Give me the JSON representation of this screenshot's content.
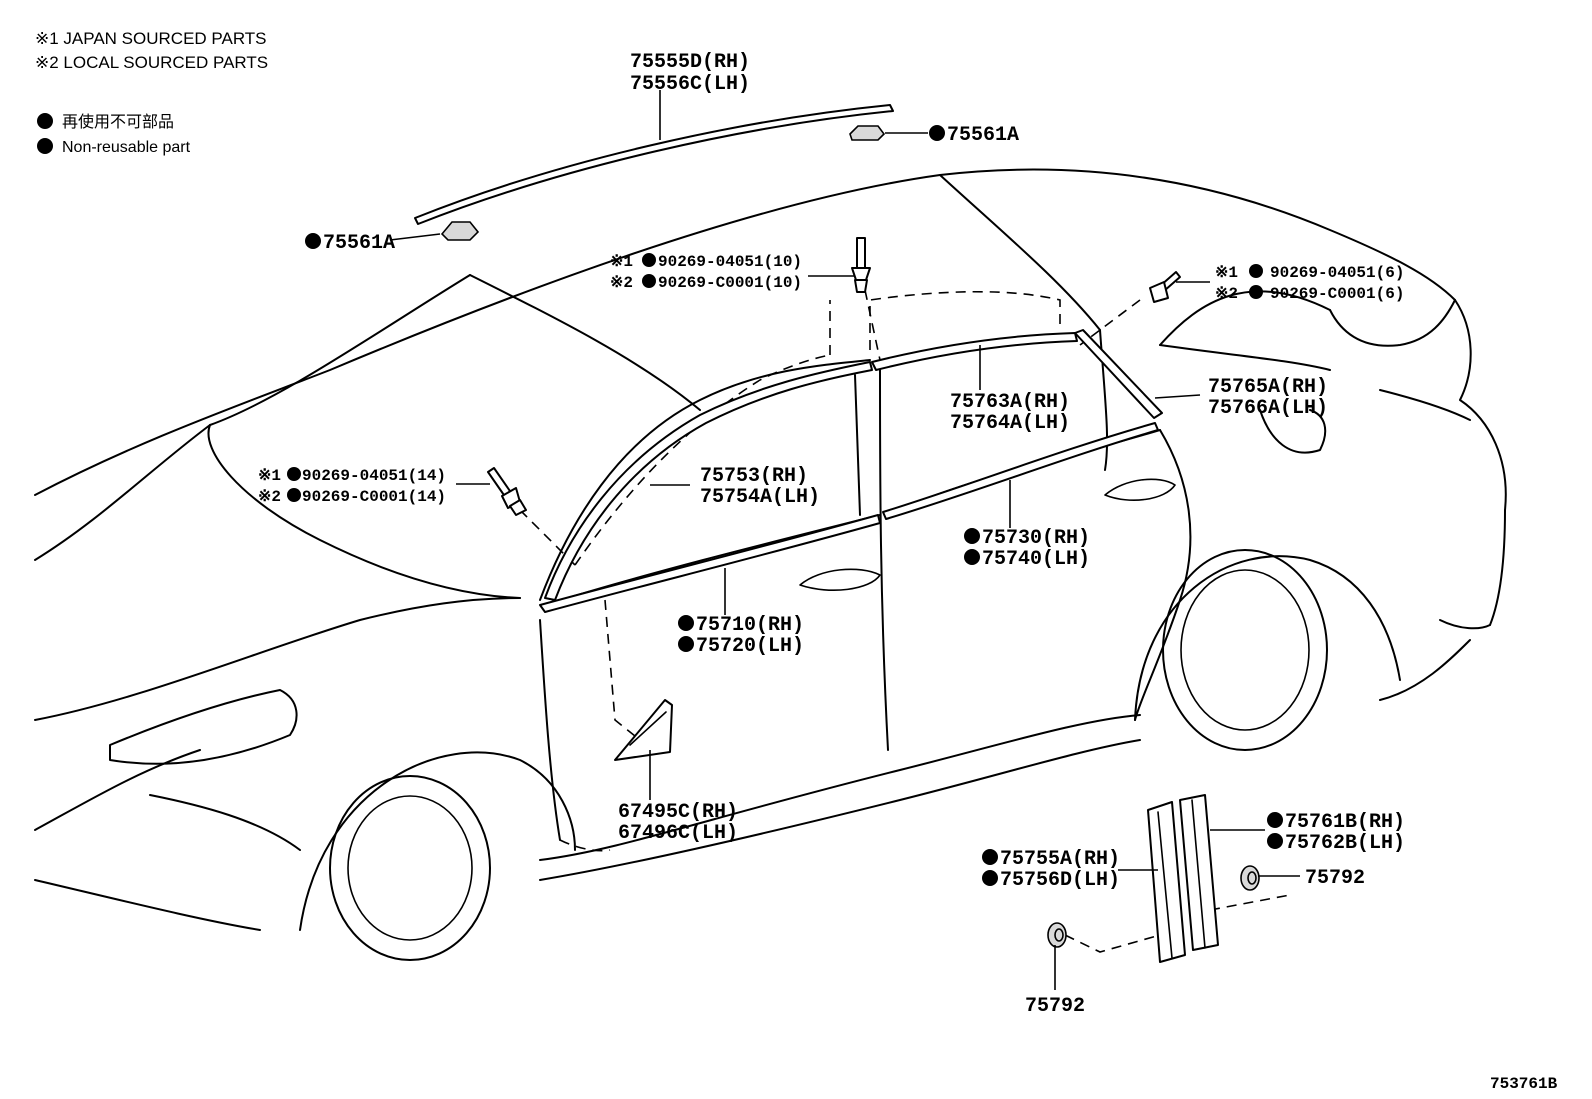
{
  "legend": {
    "note1": "※1 JAPAN SOURCED PARTS",
    "note2": "※2 LOCAL SOURCED PARTS",
    "nonreusable_jp": "再使用不可部品",
    "nonreusable_en": "Non-reusable part"
  },
  "callouts": {
    "roof_molding_rh": "75555D(RH)",
    "roof_molding_lh": "75556C(LH)",
    "roof_clip_a": "75561A",
    "roof_clip_b": "75561A",
    "clip_top_mark1": "※1",
    "clip_top_1": "90269-04051(10)",
    "clip_top_mark2": "※2",
    "clip_top_2": "90269-C0001(10)",
    "clip_rear_mark1": "※1",
    "clip_rear_1": "90269-04051(6)",
    "clip_rear_mark2": "※2",
    "clip_rear_2": "90269-C0001(6)",
    "clip_front_mark1": "※1",
    "clip_front_1": "90269-04051(14)",
    "clip_front_mark2": "※2",
    "clip_front_2": "90269-C0001(14)",
    "rear_upper_rh": "75763A(RH)",
    "rear_upper_lh": "75764A(LH)",
    "rear_corner_rh": "75765A(RH)",
    "rear_corner_lh": "75766A(LH)",
    "front_upper_rh": "75753(RH)",
    "front_upper_lh": "75754A(LH)",
    "rear_belt_rh": "75730(RH)",
    "rear_belt_lh": "75740(LH)",
    "front_belt_rh": "75710(RH)",
    "front_belt_lh": "75720(LH)",
    "mirror_cover_rh": "67495C(RH)",
    "mirror_cover_lh": "67496C(LH)",
    "pillar_rear_rh": "75761B(RH)",
    "pillar_rear_lh": "75762B(LH)",
    "pillar_front_rh": "75755A(RH)",
    "pillar_front_lh": "75756D(LH)",
    "pillar_clip_a": "75792",
    "pillar_clip_b": "75792"
  },
  "diagram_id": "753761B"
}
